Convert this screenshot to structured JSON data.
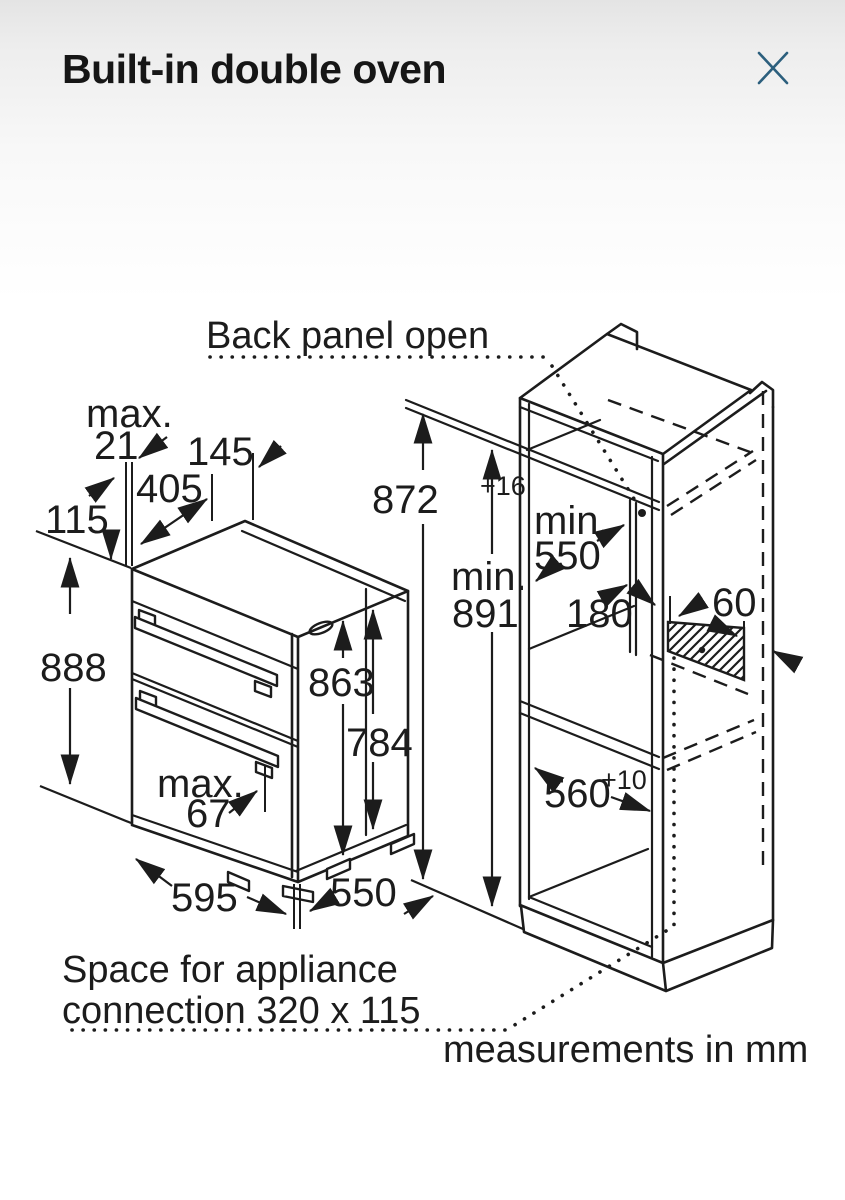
{
  "header": {
    "title": "Built-in double oven"
  },
  "colors": {
    "line": "#1c1c1c",
    "close_icon": "#2c5f7d",
    "background_top": "#e4e4e4",
    "background_main": "#ffffff"
  },
  "labels": {
    "back_panel_open": "Back panel open"
  },
  "dims": {
    "max21": {
      "word": "max.",
      "value": "21"
    },
    "d145": "145",
    "d405": "405",
    "d115": "115",
    "d888": "888",
    "d872": {
      "base": "872",
      "sup": "+16"
    },
    "min550": {
      "word": "min.",
      "value": "550"
    },
    "min891": {
      "word": "min.",
      "value": "891"
    },
    "d180": "180",
    "d60": "60",
    "d863": "863",
    "d784": "784",
    "max67": {
      "word": "max.",
      "value": "67"
    },
    "d595": "595",
    "d550": "550",
    "d560": {
      "base": "560",
      "sup": "+10"
    }
  },
  "notes": {
    "space_line1": "Space for appliance",
    "space_line2": "connection 320 x 115",
    "units": "measurements in mm"
  }
}
